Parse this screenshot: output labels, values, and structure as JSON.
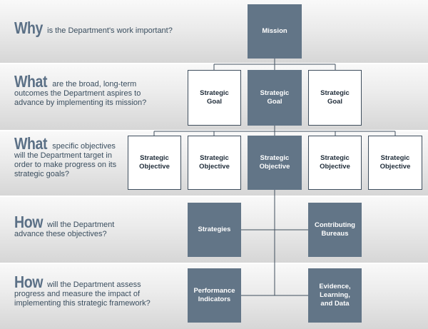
{
  "rows": [
    {
      "key": "Why",
      "text": "is the Department's work important?"
    },
    {
      "key": "What",
      "text": "are the broad, long-term outcomes the Department aspires to advance by implementing its mission?"
    },
    {
      "key": "What",
      "text": "specific objectives will the Department target in order to make progress on its strategic goals?"
    },
    {
      "key": "How",
      "text": "will the Department advance these objectives?"
    },
    {
      "key": "How",
      "text": "will the Department assess progress and measure the impact of implementing this strategic framework?"
    }
  ],
  "boxes": {
    "mission": "Mission",
    "goal": "Strategic\nGoal",
    "objective": "Strategic\nObjective",
    "strategies": "Strategies",
    "contributing": "Contributing\nBureaus",
    "performance": "Performance\nIndicators",
    "evidence": "Evidence,\nLearning,\nand Data"
  },
  "colors": {
    "dark_box": "#627587",
    "key_word": "#5b7086",
    "line": "#3f4e5d"
  }
}
